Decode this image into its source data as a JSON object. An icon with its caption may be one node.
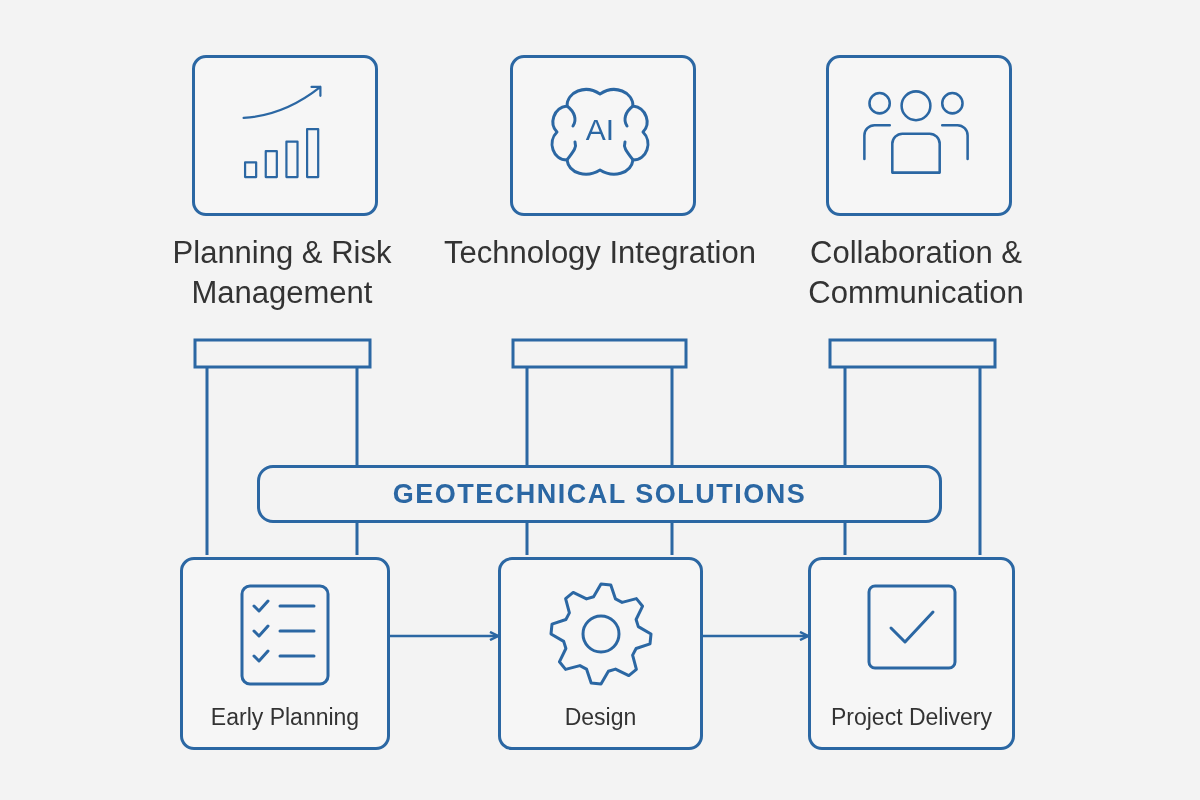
{
  "diagram": {
    "nodes": [
      {
        "text": [
          "Planning & Risk Management"
        ]
      },
      {
        "text": [
          "AI",
          "Technology Integration"
        ]
      },
      {
        "text": [
          "Collaboration & Communication"
        ]
      },
      {
        "text": [
          "GEOTECHNICAL SOLUTIONS"
        ]
      },
      {
        "text": [
          "Early Planning"
        ]
      },
      {
        "text": [
          "Design"
        ]
      },
      {
        "text": [
          "Project Delivery"
        ]
      }
    ],
    "edges": [
      {
        "from": 4,
        "to": 5,
        "arrow": "to"
      },
      {
        "from": 5,
        "to": 6,
        "arrow": "to"
      }
    ]
  }
}
